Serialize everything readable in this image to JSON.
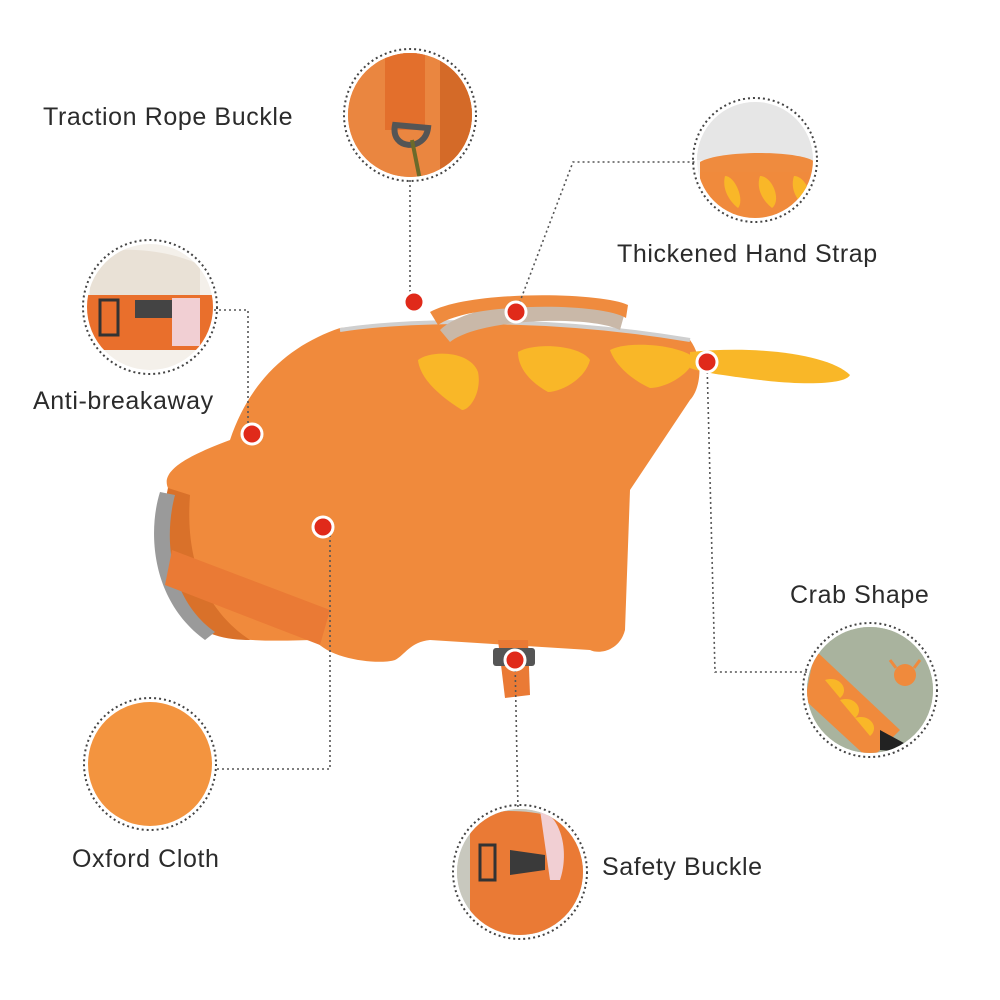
{
  "colors": {
    "vest": "#f08a3c",
    "vest_shade": "#d9712a",
    "fin": "#f9b728",
    "fin_edge": "#f5c64a",
    "marker": "#e02a1a",
    "leader": "#555555",
    "text": "#2b2b2b"
  },
  "features": [
    {
      "id": "traction-rope-buckle",
      "label": "Traction Rope Buckle",
      "icon": "d-ring-icon"
    },
    {
      "id": "thickened-hand-strap",
      "label": "Thickened Hand Strap",
      "icon": "hand-strap-icon"
    },
    {
      "id": "anti-breakaway",
      "label": "Anti-breakaway",
      "icon": "side-buckle-icon"
    },
    {
      "id": "crab-shape",
      "label": "Crab Shape",
      "icon": "crab-icon"
    },
    {
      "id": "oxford-cloth",
      "label": "Oxford Cloth",
      "icon": "fabric-swatch-icon"
    },
    {
      "id": "safety-buckle",
      "label": "Safety Buckle",
      "icon": "safety-buckle-icon"
    }
  ]
}
